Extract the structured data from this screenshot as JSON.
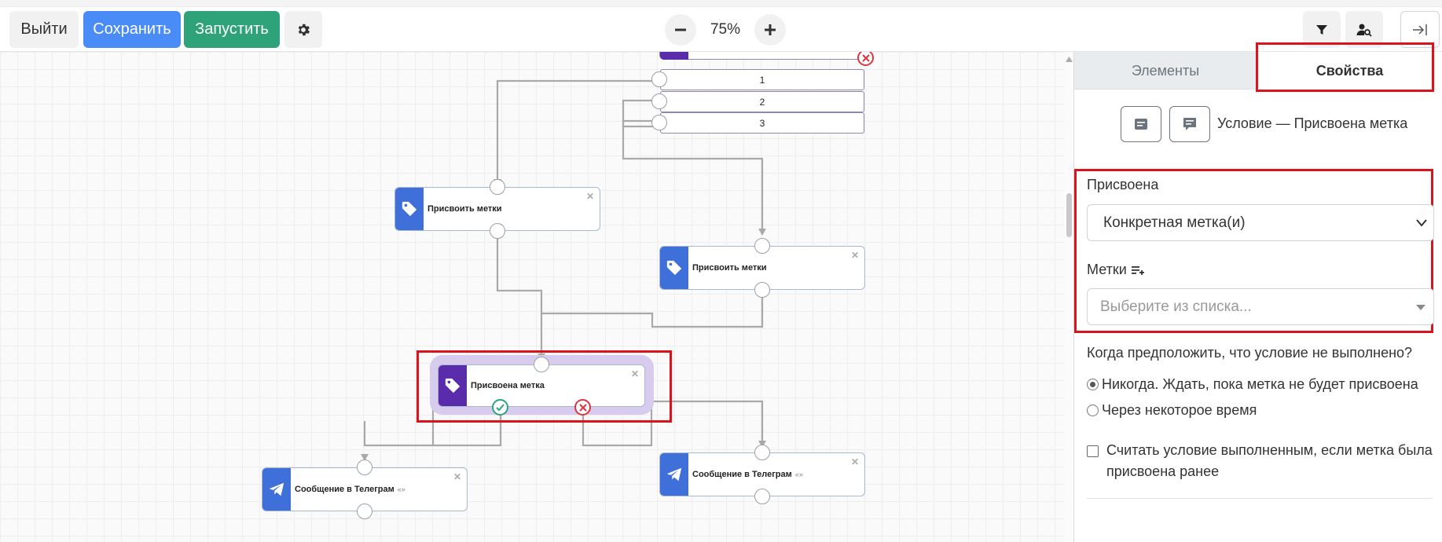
{
  "toolbar": {
    "exit_label": "Выйти",
    "save_label": "Сохранить",
    "run_label": "Запустить",
    "zoom_value": "75%"
  },
  "canvas": {
    "option_rows": [
      "1",
      "2",
      "3"
    ],
    "nodes": {
      "assign_tags_1": "Присвоить метки",
      "assign_tags_2": "Присвоить метки",
      "tag_assigned": "Присвоена метка",
      "telegram_1": "Сообщение в Телеграм",
      "telegram_2": "Сообщение в Телеграм",
      "telegram_suffix": "«»"
    }
  },
  "panel": {
    "tabs": [
      "Элементы",
      "Свойства"
    ],
    "active_tab": "Свойства",
    "title": "Условие — Присвоена метка",
    "assigned_label": "Присвоена",
    "assigned_value": "Конкретная метка(и)",
    "tags_label": "Метки",
    "tags_placeholder": "Выберите из списка...",
    "question": "Когда предположить, что условие не выполнено?",
    "radio_options": [
      {
        "label": "Никогда. Ждать, пока метка не будет присвоена",
        "selected": true
      },
      {
        "label": "Через некоторое время",
        "selected": false
      }
    ],
    "checkbox_label": "Считать условие выполненным, если метка была присвоена ранее",
    "checkbox_checked": false
  },
  "colors": {
    "save": "#4a8cf7",
    "run": "#2ea37a",
    "node_blue": "#3f6fd8",
    "node_purple": "#5a2bab",
    "highlight_red": "#d9141d"
  }
}
